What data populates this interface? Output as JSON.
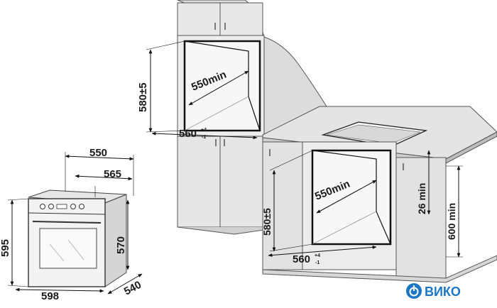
{
  "dimensions": {
    "tall_unit_height": "580±5",
    "tall_unit_depth": "550min",
    "tall_unit_width": "560",
    "tall_unit_width_tol_upper": "+4",
    "tall_unit_width_tol_lower": "-1",
    "oven_depth": "550",
    "oven_depth_with_door": "565",
    "oven_height": "595",
    "oven_cavity_height": "570",
    "oven_width": "598",
    "oven_side_depth": "540",
    "base_unit_height": "580±5",
    "base_unit_depth": "550min",
    "base_unit_width": "560",
    "base_unit_width_tol_upper": "+4",
    "base_unit_width_tol_lower": "-1",
    "worktop_gap": "26 min",
    "floor_to_worktop": "600 min"
  },
  "brand": {
    "name": "ВИКО",
    "color": "#1b76c4"
  }
}
